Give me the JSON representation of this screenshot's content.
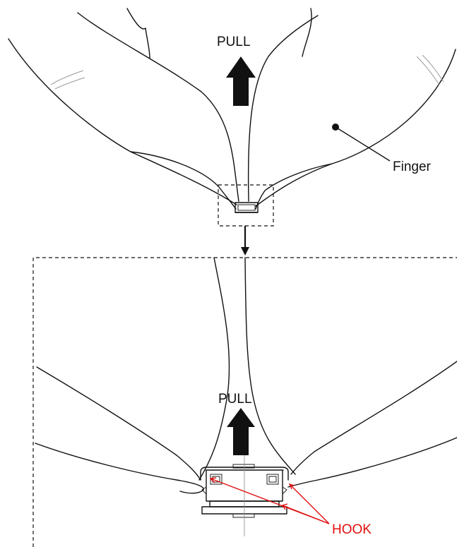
{
  "labels": {
    "pull_top": "PULL",
    "finger": "Finger",
    "pull_bottom": "PULL",
    "hook": "HOOK"
  },
  "colors": {
    "line": "#111111",
    "annotation": "#e01010",
    "background": "#ffffff"
  }
}
